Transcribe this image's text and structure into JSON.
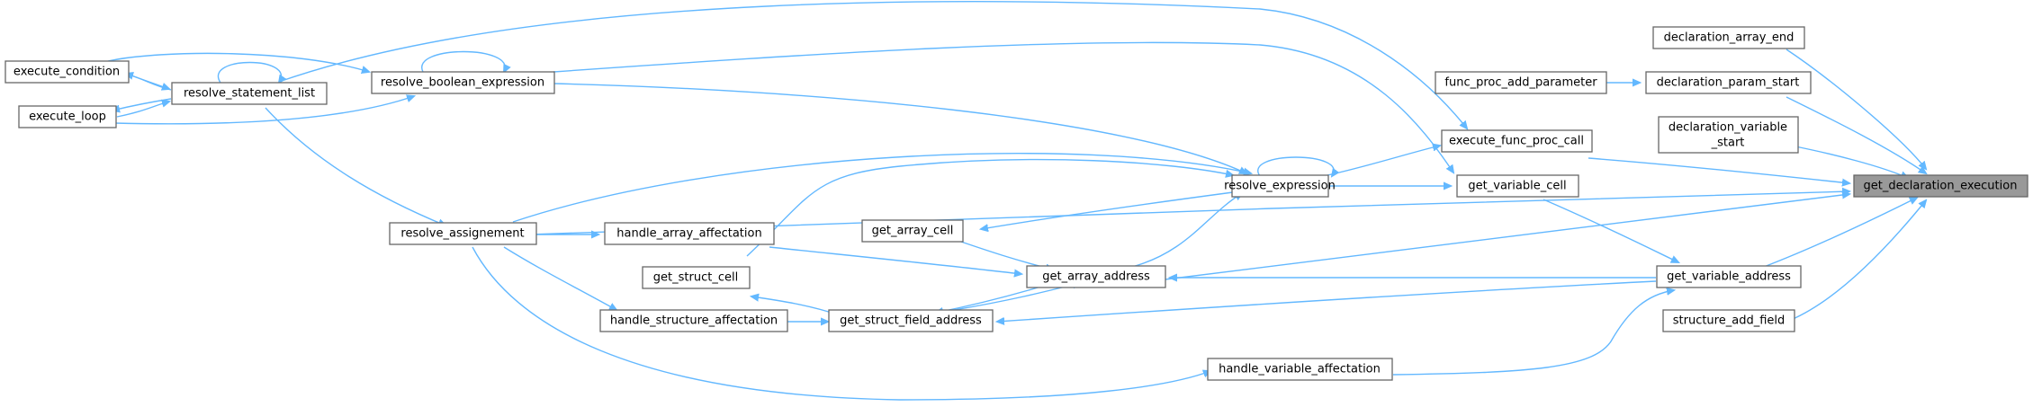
{
  "diagram": {
    "accent_color": "#63b8ff",
    "focus_fill": "#999999",
    "nodes": {
      "get_declaration_execution": "get_declaration_execution",
      "declaration_array_end": "declaration_array_end",
      "declaration_param_start": "declaration_param_start",
      "func_proc_add_parameter": "func_proc_add_parameter",
      "declaration_variable_start": [
        "declaration_variable",
        "_start"
      ],
      "execute_func_proc_call": "execute_func_proc_call",
      "get_variable_cell": "get_variable_cell",
      "get_variable_address": "get_variable_address",
      "structure_add_field": "structure_add_field",
      "resolve_expression": "resolve_expression",
      "resolve_boolean_expression": "resolve_boolean_expression",
      "resolve_statement_list": "resolve_statement_list",
      "execute_condition": "execute_condition",
      "execute_loop": "execute_loop",
      "resolve_assignement": "resolve_assignement",
      "handle_array_affectation": "handle_array_affectation",
      "get_array_cell": "get_array_cell",
      "get_array_address": "get_array_address",
      "get_struct_cell": "get_struct_cell",
      "handle_structure_affectation": "handle_structure_affectation",
      "get_struct_field_address": "get_struct_field_address",
      "handle_variable_affectation": "handle_variable_affectation"
    }
  }
}
